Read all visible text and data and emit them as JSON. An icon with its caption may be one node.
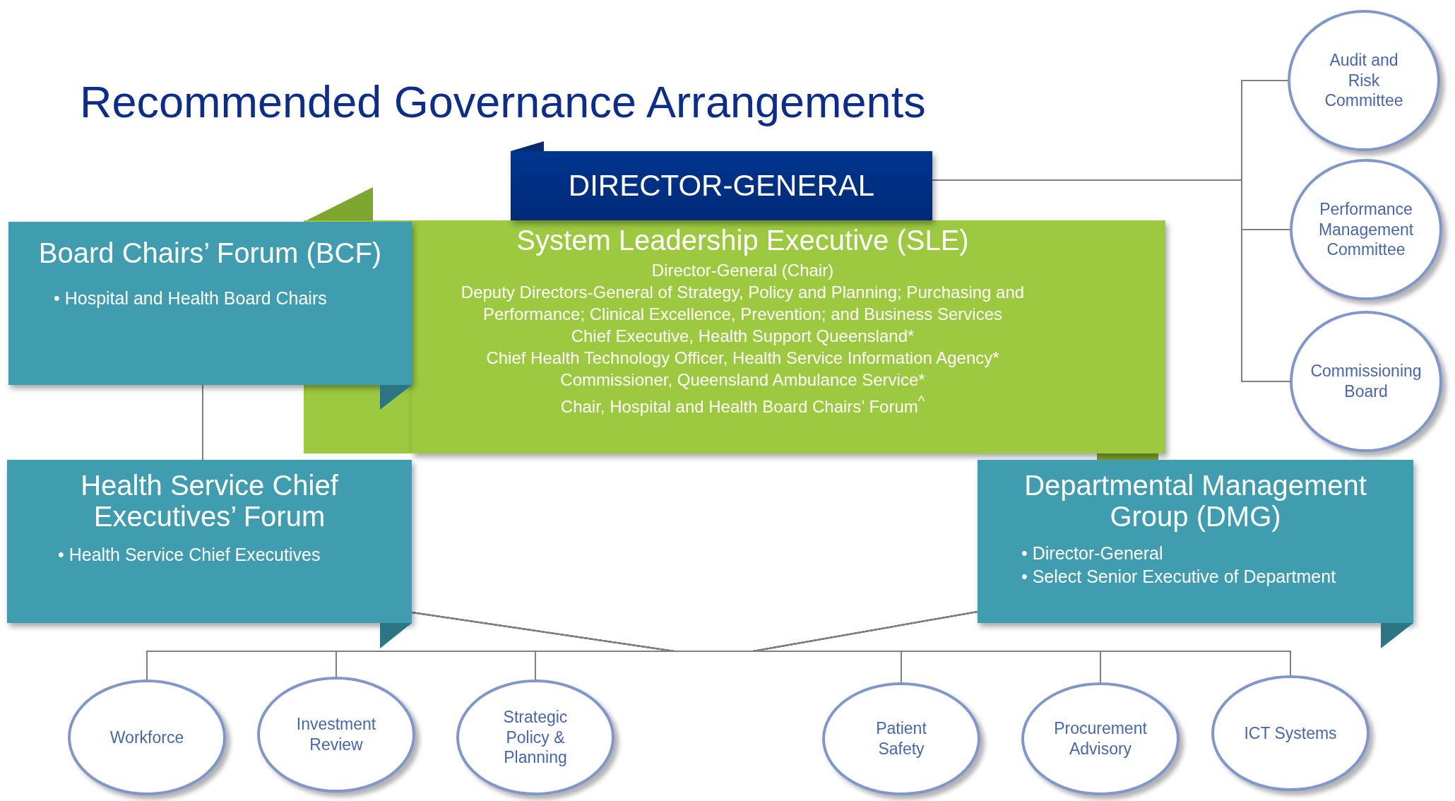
{
  "diagram": {
    "title": "Recommended Governance Arrangements",
    "nodes": [
      {
        "text": [
          "DIRECTOR-GENERAL"
        ]
      },
      {
        "text": [
          "Audit and Risk Committee"
        ]
      },
      {
        "text": [
          "Performance Management Committee"
        ]
      },
      {
        "text": [
          "Commissioning Board"
        ]
      },
      {
        "text": [
          "Board Chairs’ Forum (BCF)",
          "• Hospital and Health Board Chairs"
        ]
      },
      {
        "text": [
          "System Leadership Executive (SLE)",
          "Director-General (Chair)",
          "Deputy Directors-General of Strategy, Policy and Planning; Purchasing and Performance; Clinical Excellence, Prevention; and Business Services",
          "Chief Executive, Health Support Queensland*",
          "Chief Health Technology Officer, Health Service Information Agency*",
          "Commissioner, Queensland Ambulance Service*",
          "Chair, Hospital and Health Board Chairs’ Forum$^{^}$"
        ]
      },
      {
        "text": [
          "Health Service Chief Executives’ Forum",
          "• Health Service Chief Executives"
        ]
      },
      {
        "text": [
          "Departmental Management Group (DMG)",
          "• Director-General",
          "• Select Senior Executive of Department"
        ]
      },
      {
        "text": [
          "Workforce"
        ]
      },
      {
        "text": [
          "Investment Review"
        ]
      },
      {
        "text": [
          "Strategic Policy & Planning"
        ]
      },
      {
        "text": [
          "Patient Safety"
        ]
      },
      {
        "text": [
          "Procurement Advisory"
        ]
      },
      {
        "text": [
          "ICT Systems"
        ]
      }
    ],
    "edges": [
      {
        "from": 0,
        "to": 1,
        "arrow": "none"
      },
      {
        "from": 0,
        "to": 2,
        "arrow": "none"
      },
      {
        "from": 0,
        "to": 3,
        "arrow": "none"
      },
      {
        "from": 4,
        "to": 6,
        "arrow": "none"
      },
      {
        "from": 6,
        "to": 8,
        "arrow": "none"
      },
      {
        "from": 6,
        "to": 9,
        "arrow": "none"
      },
      {
        "from": 6,
        "to": 10,
        "arrow": "none"
      },
      {
        "from": 6,
        "to": 11,
        "arrow": "none"
      },
      {
        "from": 6,
        "to": 12,
        "arrow": "none"
      },
      {
        "from": 6,
        "to": 13,
        "arrow": "none"
      },
      {
        "from": 7,
        "to": 8,
        "arrow": "none"
      },
      {
        "from": 7,
        "to": 9,
        "arrow": "none"
      },
      {
        "from": 7,
        "to": 10,
        "arrow": "none"
      },
      {
        "from": 7,
        "to": 11,
        "arrow": "none"
      },
      {
        "from": 7,
        "to": 12,
        "arrow": "none"
      },
      {
        "from": 7,
        "to": 13,
        "arrow": "none"
      }
    ]
  }
}
